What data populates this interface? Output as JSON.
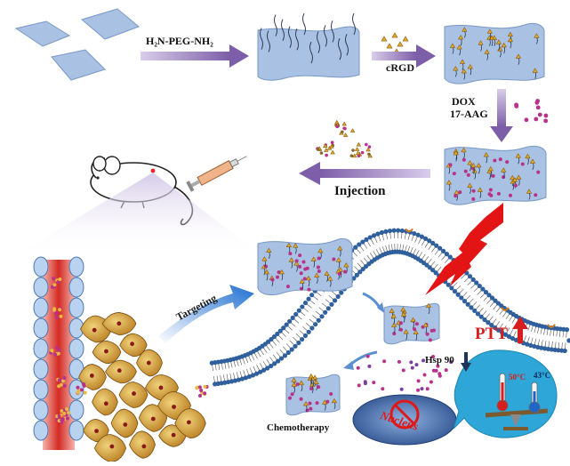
{
  "labels": {
    "peg": "H₂N-PEG-NH₂",
    "crgd": "cRGD",
    "dox": "DOX",
    "aag": "17-AAG",
    "injection": "Injection",
    "targeting": "Targeting",
    "ptt": "PTT",
    "hsp90": "Hsp 90",
    "chemotherapy": "Chemotherapy",
    "nucleus": "Nucleus",
    "temp_high": "50°C",
    "temp_low": "43°C"
  },
  "colors": {
    "sheet": "#9eb7d9",
    "sheet_edge": "#6f8fbf",
    "arrow": "#8a6fb0",
    "peg_chain": "#2b3a55",
    "rgd": "#e0a92c",
    "dox": "#b8318a",
    "membrane_head": "#2f5f9c",
    "vessel": "#d8322b",
    "lightning": "#e01414",
    "ptt_red": "#d62020",
    "tumor_cell": "#c48a2a",
    "nucleus": "#2f5a9a",
    "thermo_bg": "#2aa7d6"
  },
  "icons": [
    "mouse-icon",
    "syringe-icon",
    "lightning-icon",
    "thermometer-icon",
    "no-entry-icon"
  ]
}
